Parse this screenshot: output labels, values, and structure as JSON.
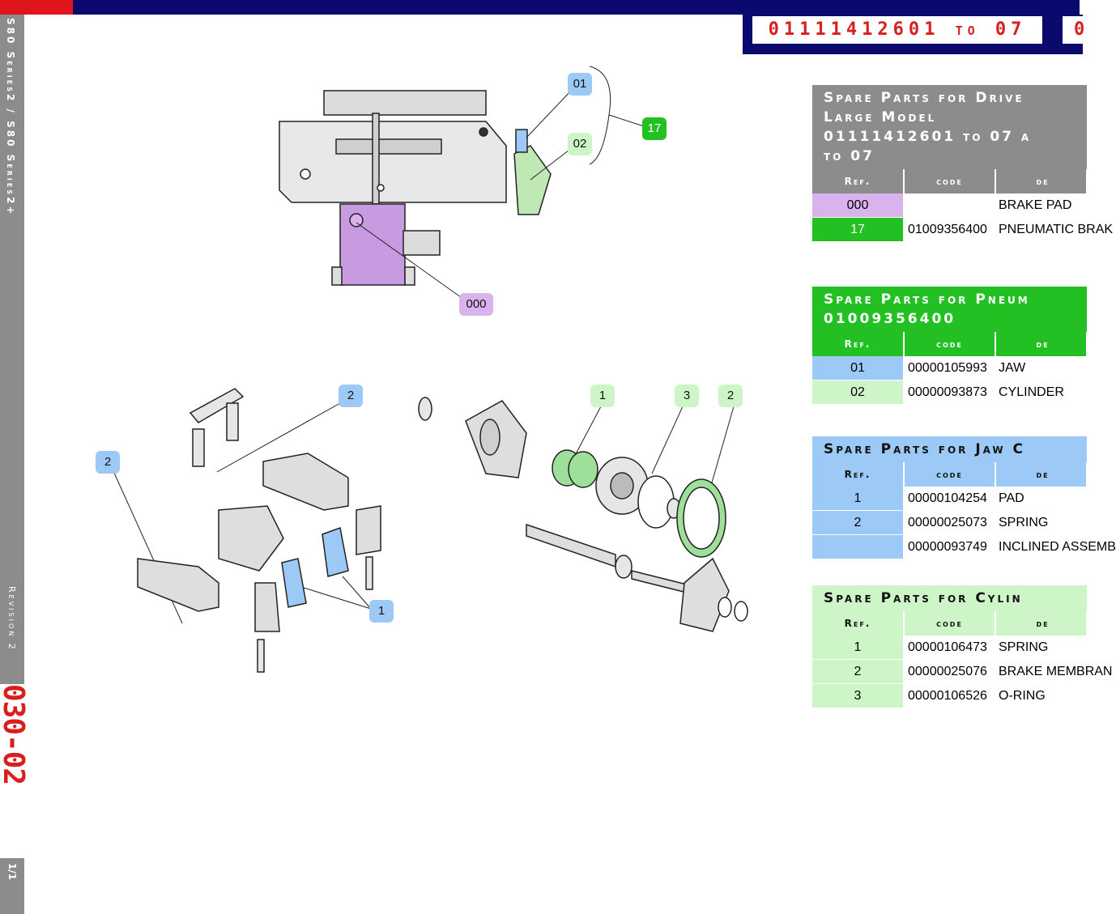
{
  "header": {
    "serial_range": "01111412601 to 07",
    "serial_range_overflow": "0"
  },
  "sidebar": {
    "series": "S80 Series2 / S80 Series2+",
    "revision": "Revision 2",
    "page_code": "030-02",
    "page_of": "1/1"
  },
  "diagram": {
    "callouts": {
      "c01": "01",
      "c02": "02",
      "c17": "17",
      "c000": "000",
      "jaw_2a": "2",
      "jaw_2b": "2",
      "jaw_1": "1",
      "cyl_1": "1",
      "cyl_3": "3",
      "cyl_2": "2"
    },
    "colors": {
      "purple": "#d9b3ee",
      "blue": "#9cc9f5",
      "lightgreen": "#cdf5c8",
      "green": "#22c022"
    }
  },
  "tables": [
    {
      "title_lines": [
        "Spare Parts for Drive",
        "Large Model",
        "01111412601 to 07 a",
        "to 07"
      ],
      "title_color": "#8c8c8c",
      "head_color": "#8c8c8c",
      "headers": [
        "Ref.",
        "code",
        "de"
      ],
      "rows": [
        {
          "ref": "000",
          "code": "",
          "desc": "BRAKE PAD",
          "ref_color": "#d9b3ee"
        },
        {
          "ref": "17",
          "code": "01009356400",
          "desc": "PNEUMATIC BRAK",
          "ref_color": "#22c022"
        }
      ]
    },
    {
      "title_lines": [
        "Spare Parts for Pneum",
        "01009356400"
      ],
      "title_color": "#22c022",
      "head_color": "#22c022",
      "headers": [
        "Ref.",
        "code",
        "de"
      ],
      "rows": [
        {
          "ref": "01",
          "code": "00000105993",
          "desc": "JAW",
          "ref_color": "#9cc9f5"
        },
        {
          "ref": "02",
          "code": "00000093873",
          "desc": "CYLINDER",
          "ref_color": "#cdf5c8"
        }
      ]
    },
    {
      "title_lines": [
        "Spare Parts for Jaw C"
      ],
      "title_color": "#9cc9f5",
      "head_color": "#9cc9f5",
      "headers": [
        "Ref.",
        "code",
        "de"
      ],
      "rows": [
        {
          "ref": "1",
          "code": "00000104254",
          "desc": "PAD",
          "ref_color": "#9cc9f5"
        },
        {
          "ref": "2",
          "code": "00000025073",
          "desc": "SPRING",
          "ref_color": "#9cc9f5"
        },
        {
          "ref": "",
          "code": "00000093749",
          "desc": "INCLINED ASSEMB",
          "ref_color": "#9cc9f5"
        }
      ]
    },
    {
      "title_lines": [
        "Spare Parts for Cylin"
      ],
      "title_color": "#cdf5c8",
      "head_color": "#cdf5c8",
      "headers": [
        "Ref.",
        "code",
        "de"
      ],
      "rows": [
        {
          "ref": "1",
          "code": "00000106473",
          "desc": "SPRING",
          "ref_color": "#cdf5c8"
        },
        {
          "ref": "2",
          "code": "00000025076",
          "desc": "BRAKE MEMBRAN",
          "ref_color": "#cdf5c8"
        },
        {
          "ref": "3",
          "code": "00000106526",
          "desc": "O-RING",
          "ref_color": "#cdf5c8"
        }
      ]
    }
  ]
}
